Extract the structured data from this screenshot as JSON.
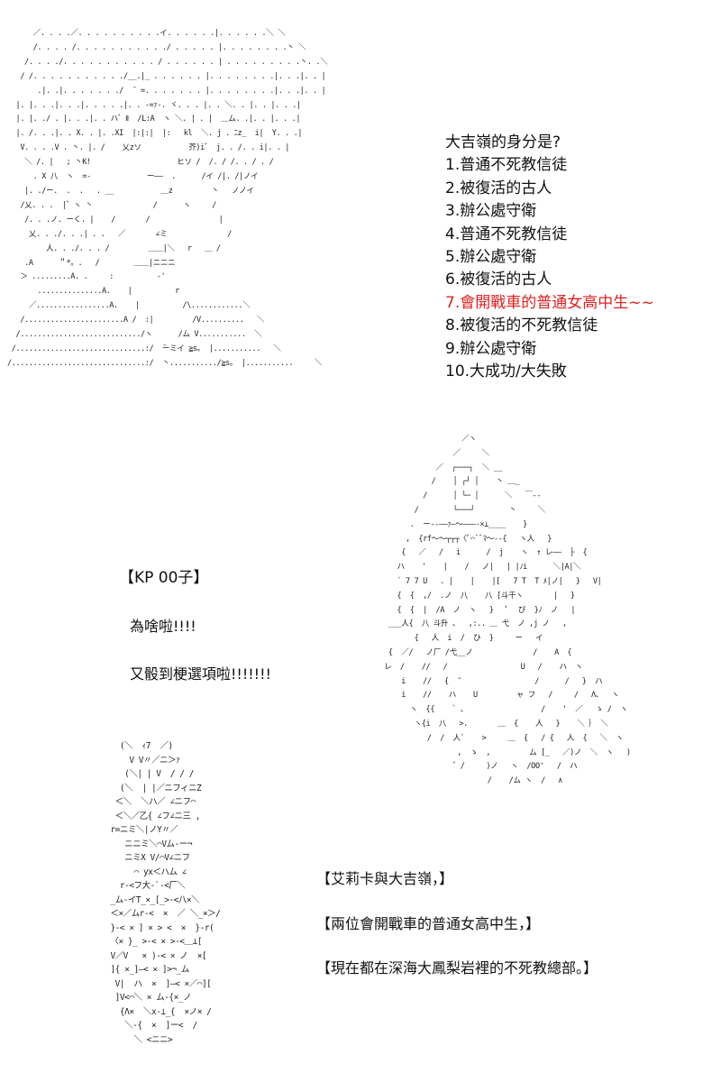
{
  "choices": {
    "question": "大吉嶺的身分是?",
    "options": [
      "1.普通不死教信徒",
      "2.被復活的古人",
      "3.辦公處守衛",
      "4.普通不死教信徒",
      "5.辦公處守衛",
      "6.被復活的古人",
      "7.會開戰車的普通女高中生~~",
      "8.被復活的不死教信徒",
      "9.辦公處守衛",
      "10.大成功/大失敗"
    ],
    "highlight_color": "#e02020"
  },
  "kp": {
    "label": "【KP 00子】",
    "line1": "為啥啦!!!!",
    "line2": "又骰到梗選項啦!!!!!!!"
  },
  "captions": [
    "【艾莉卡與大吉嶺，】",
    "【兩位會開戰車的普通女高中生，】",
    "【現在都在深海大鳳梨岩裡的不死教總部。】"
  ],
  "art": {
    "top": "      ／. . . .／. . . . . . . . . .イ. . . . . .|. . . . . .＼ ＼\n      /. . . . /. . . . . . . . . . ./ . . . . . |. . . . . . . .丶 ＼\n    /. . . ./. . . . . . . . . . . / . . . . . . | . . . . . . . . .丶. .＼\n   / /. . . . . . . . . . ./__.|_ . . . . . . |. . . . . . . .|. . .|. . |\n       .|. .|. . . . . . ./  ̄  =. . . . . . . |. . . . . . . .|. . .|. . |\n  |. |. . .|. . .|. . . . .|. . -=ｧ‐. ヾ. . . |. . ＼. . |. . |. . .|\n  |. |. ./ . |. . .|. . ハ゛Ⅱ  /L:A  ヽ ＼. | . |  ＿ム. .|. . |. . .|\n  |. /. . .|. . X. . |. .XI  |:|:|  |:   kl  ＼. j . ﾆz_  i|  Y. . .|\n   V. . . .V . 丶. |. /    乂zソ           芥)i゛ j. . /. . i|. . |\n    ＼ /. |   ; 丶K!                    ヒソ /  /. / /. . / . /\n      . X 八  ヽ  =-             ー――  .      /イ /|. /|ノイ\n    |. ./ー.  .  .   . __           ＿z         丶   ノノイ\n   /乂. . .  |゛ヽ 丶              /      ヽ     /\n    /. . .ノ. ーく. |    /       /                |\n     乂. . ./. . .| . .   ／       ∠ミ              /\n         人. . ./. . . /         ＿＿|＼   r   ＿ /\n    .A      ＂*。.   /        ＿＿|ニニニ\n   ＞ .........A. .     :          ‐'\n       ...............A.    |          r\n     ／.................A.    |          /\\............＼\n   /.......................A /  :|         /V..........   ＼\n  /............................/ヽ      /ム V...........  ＼\n /..............................:/  ̄ーミイ ≧s。 |...........   ＼\n/...............................:/  丶.........../≧s。 |...........     ＼",
    "char": "                                   ／ヽ\n                                 ／     ＼\n                             ／  ┌───┐  ＼ __\n                            /    │ ┌┘ │    丶 ＿_\n                          /      │ └─ │      ＼   ￣‐‐\n                        /        └───┘        丶     ＼\n                       .  ー--――ｧ―〜―――‐×⊥____    }\n                      ,  {rf〜〜┬┬┬〈ﾟ⌒`ﾞﾏ〜‐‐{   ヽ人   }\n                     {   ／   /   i      /  j    ヽ  ↑ レ――  ├  {\n                    ハ    '    |    /   ノ|   | |ﾉi      ＼|A|＼\n                    ` 7 7 U   . |    |    |[   7 T  T ﾒ|ノ|   }   V|\n                    {  {  ,/  .ノ  八    八 [斗千ヽ       |   }\n                    {  {  |  /A  ノ  ヽ   }  ＇  び  }ﾉ  ノ   |\n                  ___人{  八 斗升 、  ,:.. ＿ 弋  ノ ,j ノ   ,\n                        {   人  i  /  ひ  }     ー   イ\n                  {  ／/   ノ厂 /弋__ノ              /    A  {\n                 レ  /    //   /                 U   /    ハ  ヽ\n                     i    //   {  ″                 /      /   }  ハ\n                     i    //    ハ    U         ャ フ   /     /   Λ、  ヽ\n                       ヽ  {{    ` 、                 /    '  ／   ゝ /  ヽ\n                        ヽ{i  八   >.       ＿  {    人   }    ＼ ｝ ＼\n                           /  /  人`    >     ＿  {   / {   人  {   ＼  ヽ\n                                  ,  ゝ  ,         ム [_   ／)ノ  ＼  ヽ   )\n                                 ゛/     )ノ   ヽ  /OO'   /  ハ\n                                         /    /ム ヽ  /   ∧",
    "pine": "    (＼  ｨ7  ／)\n      V V〃／ニ＞ｧ\n     (＼| | V  / / /\n    (＼  | |／ニフィニZ\n   ＜＼  ＼ハ／ ∠ニフ⌒\n   ＜＼／乙{ ∠フ∠ニ三 ,\n  r=ニミ＼|ノY〃／\n     ニニミ＼⌒Vム‐ー¬\n     ニミX V/⌒V∠ニフ\n       ⌒ yx＜ハム ∠\n    r‐<フ大‐`‐<厂＼\n  _ム‐イT_×_[_>‐<八×＼\n  ＜×／ムr‐<  ×  ／ ＼_×＞/\n  }‐< × ] × > <  ×  }‐r(\n  〈× }_ >‐< × >‐<＿⊥[\n  V／V   × )‐< × ノ  ×[\n  ]{ ×_]―< × ]>¬_ム\n   V|  ハ  ×  ]―< ×／⌒][\n   ]V<⌒＼ × ム‐{×_ノ\n    {Λ×  ＼x‐⊥_{  ×ノ× /\n     ＼‐{  ×  ]ー<  /\n       ＼ <ニニ>"
  }
}
